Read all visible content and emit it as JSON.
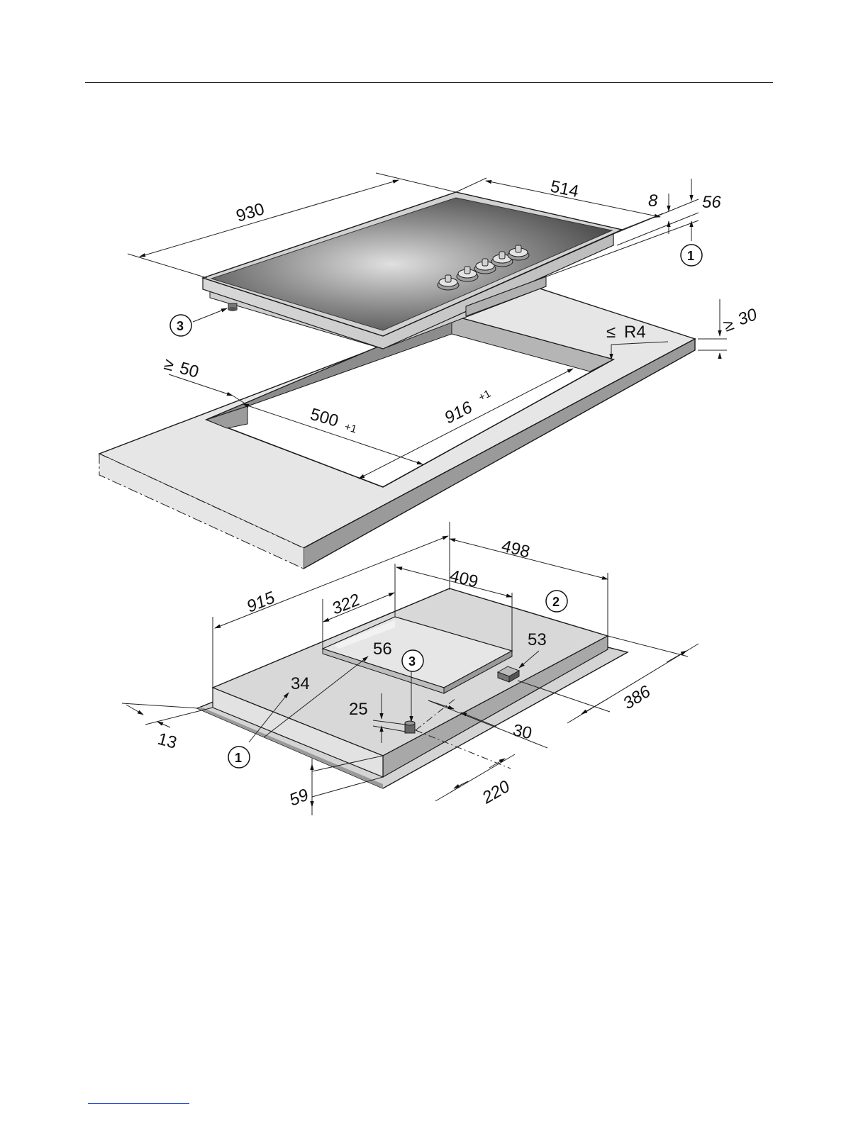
{
  "colors": {
    "line": "#222222",
    "surface_light": "#e6e6e6",
    "surface_mid": "#bdbdbd",
    "surface_dark": "#8c8c8c",
    "glass_dark": "#5a5a5a",
    "glass_highlight": "#d9d9d9",
    "link_rule": "#2a4fd0"
  },
  "hob": {
    "dim_width": "930",
    "dim_depth": "514",
    "dim_glass_thickness": "8",
    "dim_total_height": "56",
    "callout_1": "1",
    "callout_3": "3"
  },
  "worktop": {
    "dim_thickness_prefix": "≥",
    "dim_thickness": "30",
    "dim_radius_prefix": "≤",
    "dim_radius": "R4",
    "dim_front_clearance_prefix": "≥",
    "dim_front_clearance": "50",
    "dim_cutout_depth": "500",
    "dim_cutout_depth_tol": "+1",
    "dim_cutout_width": "916",
    "dim_cutout_width_tol": "+1"
  },
  "underside": {
    "dim_498": "498",
    "dim_409": "409",
    "dim_915": "915",
    "dim_322": "322",
    "dim_53": "53",
    "dim_56": "56",
    "dim_34": "34",
    "dim_25": "25",
    "dim_30": "30",
    "dim_386": "386",
    "dim_13": "13",
    "dim_59": "59",
    "dim_220": "220",
    "callout_1": "1",
    "callout_2": "2",
    "callout_3": "3"
  }
}
